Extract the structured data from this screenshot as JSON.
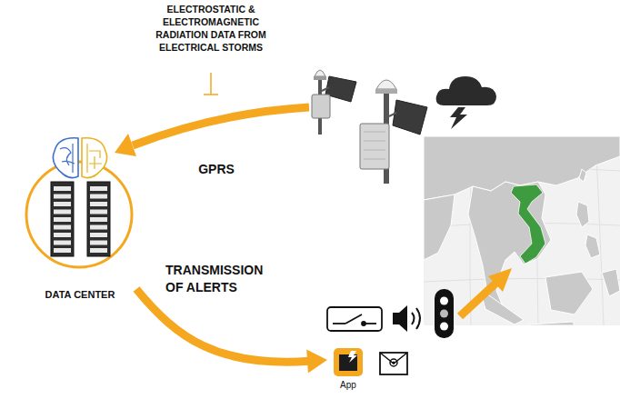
{
  "diagram": {
    "nodes": [
      {
        "text": [
          "DATA CENTER"
        ]
      },
      {
        "text": [
          "App"
        ]
      }
    ],
    "edges": [
      {
        "from": 0,
        "to": 1,
        "arrow": "to",
        "label": "TRANSMISSION OF ALERTS"
      }
    ],
    "labels": [
      "ELECTROSTATIC & ELECTROMAGNETIC RADIATION DATA FROM ELECTRICAL STORMS",
      "GPRS"
    ]
  }
}
